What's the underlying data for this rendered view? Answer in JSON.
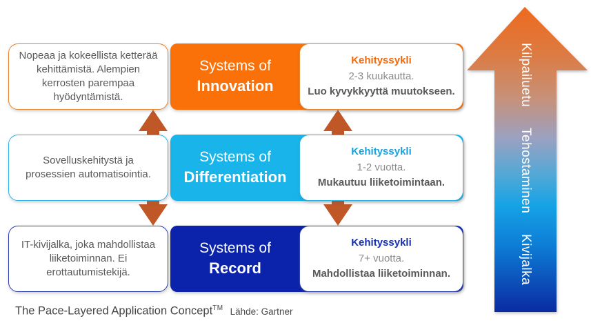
{
  "caption": {
    "main": "The Pace-Layered Application Concept",
    "tm": "TM",
    "source": "Lähde: Gartner"
  },
  "rows": [
    {
      "id": "innovation",
      "color": "#f97108",
      "left_text": "Nopeaa ja kokeellista ketterää kehittämistä. Alempien kerrosten parempaa hyödyntämistä.",
      "band_line1": "Systems of",
      "band_line2": "Innovation",
      "cycle_title": "Kehityssykli",
      "cycle_duration": "2-3 kuukautta.",
      "cycle_note": "Luo kyvykkyyttä muutokseen."
    },
    {
      "id": "differentiation",
      "color": "#18b4ea",
      "left_text": "Sovelluskehitystä ja prosessien automatisointia.",
      "band_line1": "Systems of",
      "band_line2": "Differentiation",
      "cycle_title": "Kehityssykli",
      "cycle_duration": "1-2 vuotta.",
      "cycle_note": "Mukautuu liiketoimintaan."
    },
    {
      "id": "record",
      "color": "#0b22ab",
      "left_text": "IT-kivijalka, joka mahdollistaa liiketoiminnan. Ei erottautumistekijä.",
      "band_line1": "Systems of",
      "band_line2": "Record",
      "cycle_title": "Kehityssykli",
      "cycle_duration": "7+ vuotta.",
      "cycle_note": "Mahdollistaa liiketoiminnan."
    }
  ],
  "connector_color": "#bf5727",
  "big_arrow": {
    "labels": [
      "Kilpailuetu",
      "Tehostaminen",
      "Kivijalka"
    ],
    "gradient_top": "#ed6a1e",
    "gradient_mid": "#9ba1c1",
    "gradient_blue": "#16a3e5",
    "gradient_bottom": "#0a2ba2"
  }
}
